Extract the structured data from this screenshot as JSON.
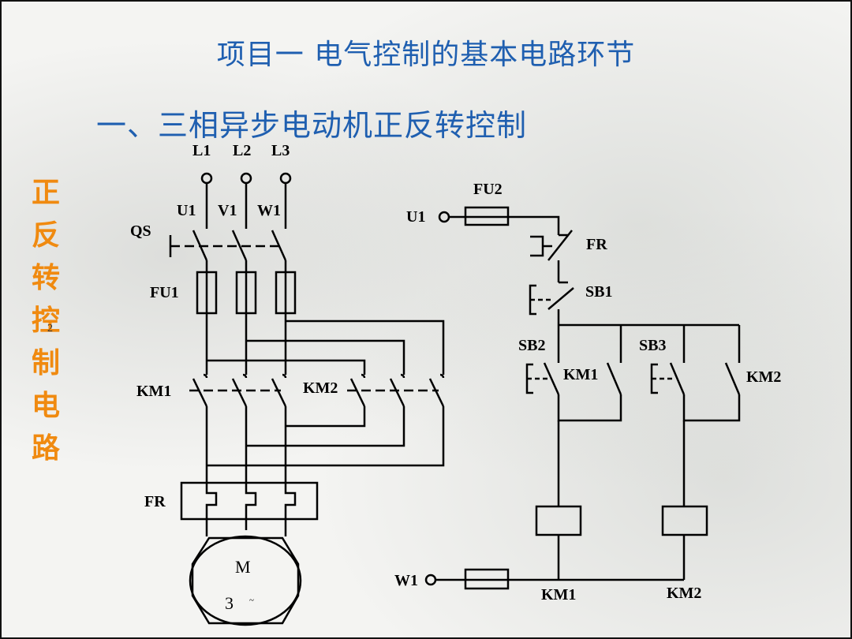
{
  "title": "项目一  电气控制的基本电路环节",
  "subtitle": "一、三相异步电动机正反转控制",
  "side_title": [
    "正",
    "反",
    "转",
    "控",
    "制",
    "电",
    "路"
  ],
  "side_note": "2",
  "labels": {
    "l1": "L1",
    "l2": "L2",
    "l3": "L3",
    "u1": "U1",
    "v1": "V1",
    "w1": "W1",
    "qs": "QS",
    "fu1": "FU1",
    "km1": "KM1",
    "km2": "KM2",
    "fr": "FR",
    "motor_m": "M",
    "motor_3": "3",
    "motor_ac": "~",
    "c_fu2": "FU2",
    "c_u1": "U1",
    "c_fr": "FR",
    "c_sb1": "SB1",
    "c_sb2": "SB2",
    "c_sb3": "SB3",
    "c_km1_contact": "KM1",
    "c_km2_contact": "KM2",
    "c_w1": "W1",
    "c_km1_coil": "KM1",
    "c_km2_coil": "KM2"
  },
  "colors": {
    "title": "#1f5fb0",
    "side_title": "#f08a10"
  }
}
